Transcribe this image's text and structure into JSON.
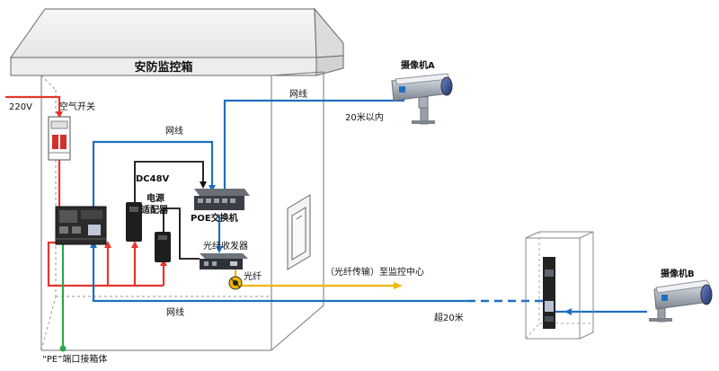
{
  "cabinet": {
    "title": "安防监控箱"
  },
  "labels": {
    "power_in": "220V",
    "air_switch": "空气开关",
    "dc48v": "DC48V",
    "adapter_line1": "电源",
    "adapter_line2": "适配器",
    "poe_switch": "POE交换机",
    "fiber_transceiver": "光纤收发器",
    "fiber": "光纤",
    "fiber_to_center": "（光纤传输）至监控中心",
    "netline_top": "网线",
    "netline_middle": "网线",
    "netline_bottom": "网线",
    "within_20m": "20米以内",
    "over_20m": "超20米",
    "ground": "“PE”端口接箱体"
  },
  "cameras": {
    "a": "摄像机A",
    "b": "摄像机B"
  },
  "colors": {
    "power_line": "#e8352b",
    "network_line": "#1f6fc0",
    "fiber_line": "#f2b600",
    "ground_line": "#2aa84a",
    "frame": "#777777"
  }
}
